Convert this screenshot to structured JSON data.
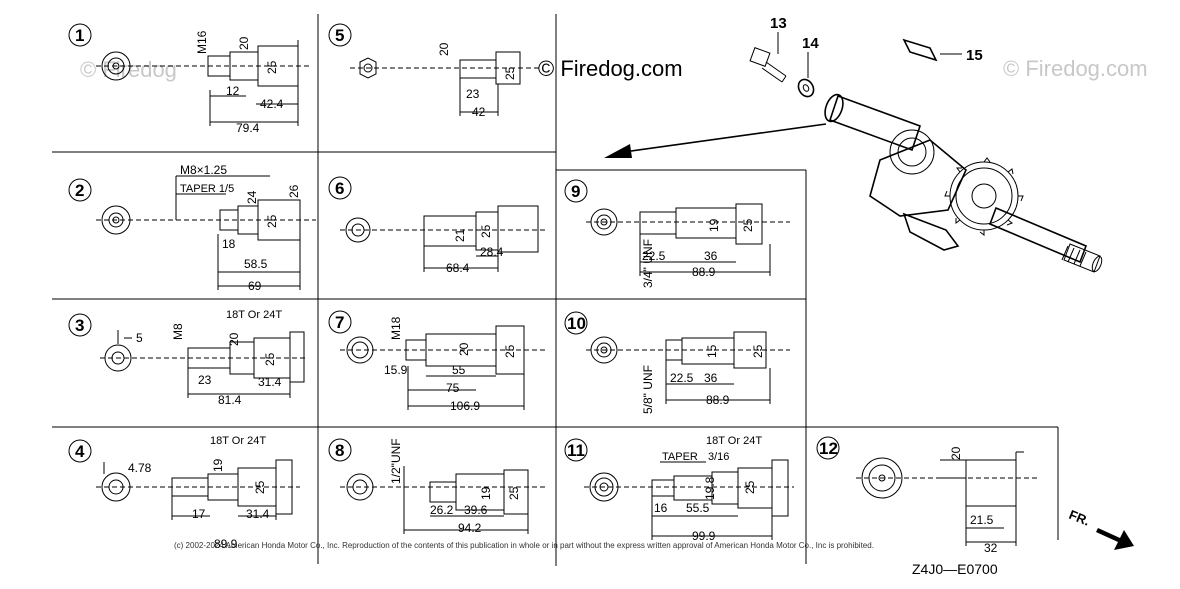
{
  "watermark": {
    "center": "© Firedog.com",
    "left": "© Firedog",
    "right": "© Firedog.com"
  },
  "parts": {
    "p13": "13",
    "p14": "14",
    "p15": "15"
  },
  "panels": [
    {
      "id": "1",
      "dims": [
        "M16",
        "20",
        "25",
        "12",
        "42.4",
        "79.4"
      ]
    },
    {
      "id": "2",
      "dims": [
        "M8×1.25",
        "TAPER 1/5",
        "24",
        "25",
        "26",
        "18",
        "58.5",
        "69"
      ]
    },
    {
      "id": "3",
      "dims": [
        "5",
        "M8",
        "18T Or 24T",
        "20",
        "25",
        "23",
        "31.4",
        "81.4"
      ]
    },
    {
      "id": "4",
      "dims": [
        "4.78",
        "18T Or 24T",
        "19",
        "25",
        "17",
        "31.4",
        "89.9"
      ]
    },
    {
      "id": "5",
      "dims": [
        "20",
        "25",
        "23",
        "42"
      ]
    },
    {
      "id": "6",
      "dims": [
        "21",
        "25",
        "28.4",
        "68.4"
      ]
    },
    {
      "id": "7",
      "dims": [
        "M18",
        "20",
        "25",
        "15.9",
        "55",
        "75",
        "106.9"
      ]
    },
    {
      "id": "8",
      "dims": [
        "1/2\"UNF",
        "19",
        "25",
        "26.2",
        "39.6",
        "94.2"
      ]
    },
    {
      "id": "9",
      "dims": [
        "19",
        "25",
        "22.5",
        "36",
        "3/4\" UNF",
        "88.9"
      ]
    },
    {
      "id": "10",
      "dims": [
        "15",
        "25",
        "22.5",
        "36",
        "5/8\" UNF",
        "88.9"
      ]
    },
    {
      "id": "11",
      "dims": [
        "18T Or 24T",
        "TAPER",
        "3/16",
        "19.8",
        "25",
        "16",
        "55.5",
        "99.9"
      ]
    },
    {
      "id": "12",
      "dims": [
        "20",
        "21.5",
        "32"
      ]
    }
  ],
  "copyright": "(c) 2002-2024 American Honda Motor Co., Inc. Reproduction of the contents of this publication in whole or in part without the express written approval of American Honda Motor Co., Inc is prohibited.",
  "diagram_code": "Z4J0—E0700",
  "front_label": "FR."
}
